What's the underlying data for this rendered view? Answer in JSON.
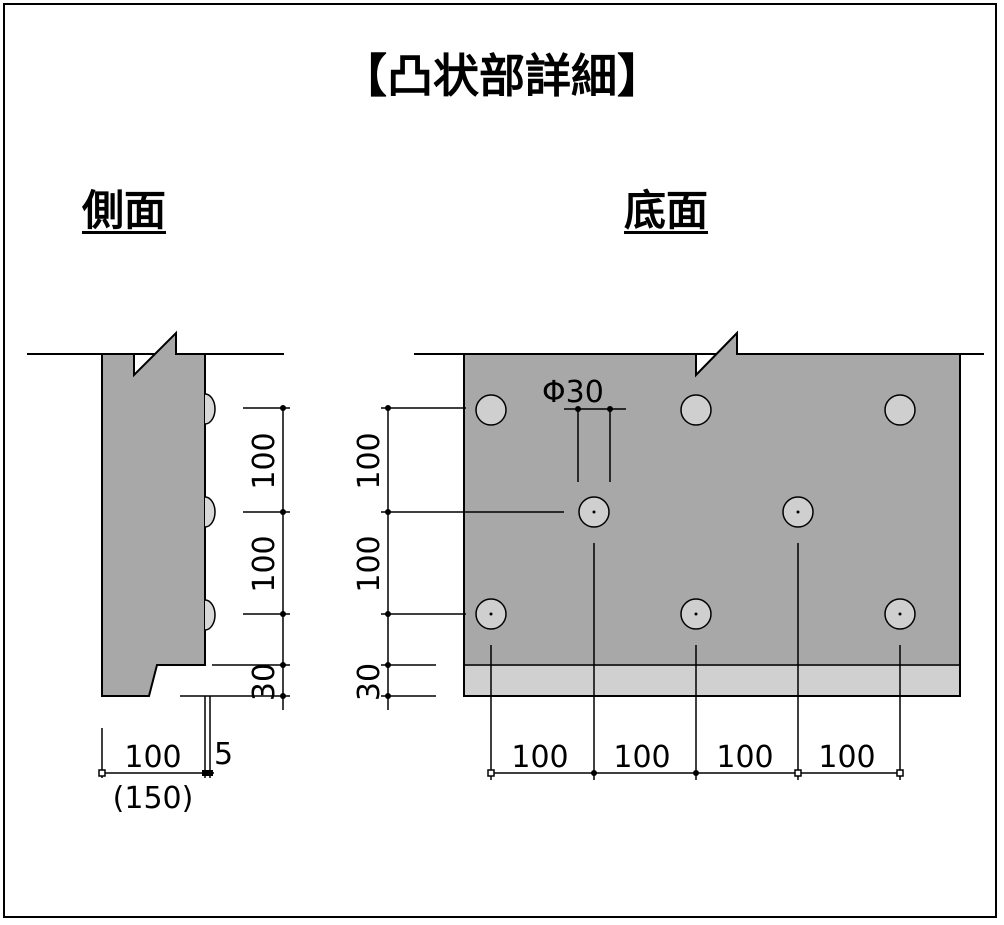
{
  "title": "【凸状部詳細】",
  "views": {
    "side": {
      "label": "側面"
    },
    "bottom": {
      "label": "底面"
    }
  },
  "dimensions": {
    "side_vertical_1": "100",
    "side_vertical_2": "100",
    "side_vertical_3": "30",
    "side_horizontal": "100",
    "side_horizontal_alt": "(150)",
    "side_gap": "5",
    "bottom_vertical_1": "100",
    "bottom_vertical_2": "100",
    "bottom_vertical_3": "30",
    "hole_diameter": "Φ30",
    "bottom_horizontal_1": "100",
    "bottom_horizontal_2": "100",
    "bottom_horizontal_3": "100",
    "bottom_horizontal_4": "100"
  },
  "colors": {
    "concrete": "#a8a8a8",
    "edge_strip": "#d0d0d0",
    "hole": "#cfcfcf"
  }
}
